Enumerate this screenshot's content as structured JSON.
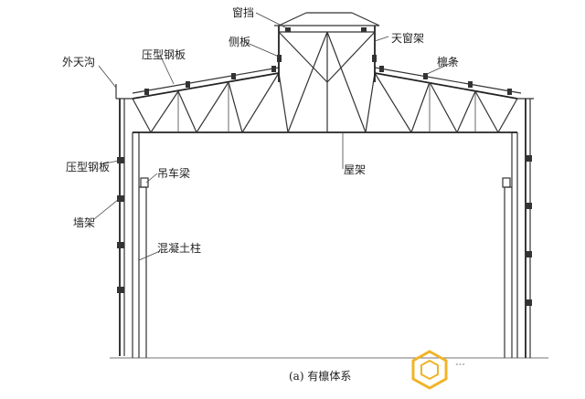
{
  "labels": {
    "window_block": "窗挡",
    "skylight_frame": "天窗架",
    "side_panel": "侧板",
    "purlin": "檩条",
    "outer_gutter": "外天沟",
    "pressed_steel_roof": "压型钢板",
    "pressed_steel_wall": "压型钢板",
    "crane_beam": "吊车梁",
    "roof_truss": "屋架",
    "wall_frame": "墙架",
    "concrete_column": "混凝土柱"
  },
  "caption": "(a) 有檩体系",
  "watermark": "…",
  "colors": {
    "line": "#333333",
    "background": "#ffffff",
    "logo": "#f0b429"
  }
}
